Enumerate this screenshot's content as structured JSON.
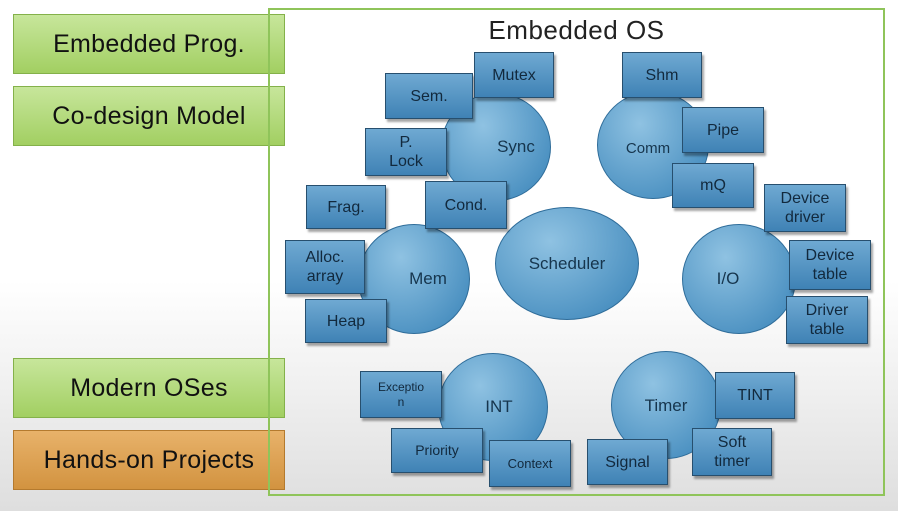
{
  "sidebar": {
    "embedded_prog": "Embedded Prog.",
    "codesign_model": "Co-design  Model",
    "modern_oses": "Modern OSes",
    "hands_on_projects": "Hands-on  Projects"
  },
  "diagram": {
    "title": "Embedded OS",
    "circles": {
      "sync": "Sync",
      "comm": "Comm",
      "scheduler": "Scheduler",
      "mem": "Mem",
      "io": "I/O",
      "int": "INT",
      "timer": "Timer"
    },
    "boxes": {
      "sem": "Sem.",
      "mutex": "Mutex",
      "p_lock": "P.\nLock",
      "cond": "Cond.",
      "shm": "Shm",
      "pipe": "Pipe",
      "mq": "mQ",
      "frag": "Frag.",
      "alloc_array": "Alloc.\narray",
      "heap": "Heap",
      "device_driver": "Device\ndriver",
      "device_table": "Device\ntable",
      "driver_table": "Driver\ntable",
      "exception": "Exceptio\nn",
      "priority": "Priority",
      "context": "Context",
      "tint": "TINT",
      "soft_timer": "Soft\ntimer",
      "signal": "Signal"
    }
  },
  "colors": {
    "green": "#a2cf62",
    "orange": "#d29340",
    "blue": "#4d92c2",
    "frame": "#8fc45a"
  }
}
